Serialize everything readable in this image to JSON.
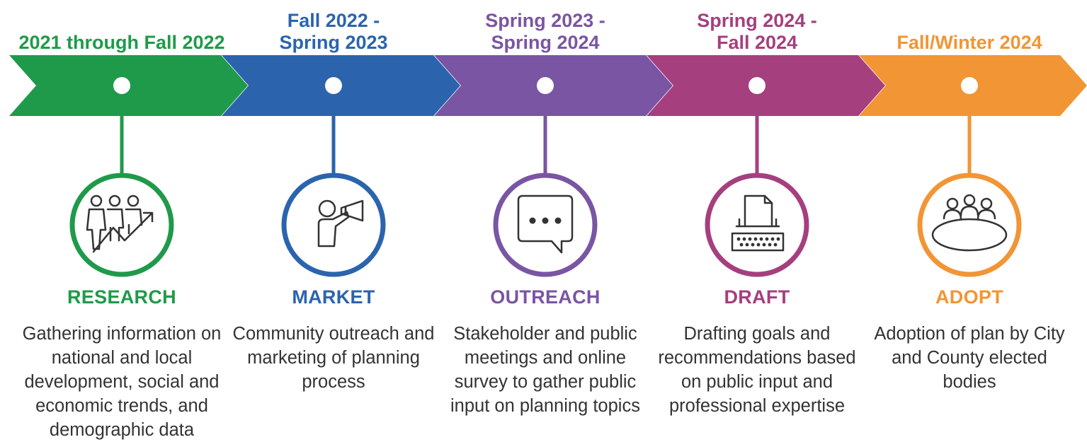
{
  "stages": [
    {
      "period": "2021 through Fall 2022",
      "label": "RESEARCH",
      "description": "Gathering information on national and local development, social and economic trends, and demographic data",
      "icon": "people-growth-icon",
      "color": "#1f9a4a"
    },
    {
      "period": "Fall 2022 -\nSpring 2023",
      "label": "MARKET",
      "description": "Community outreach and marketing of planning process",
      "icon": "megaphone-person-icon",
      "color": "#2b64ad"
    },
    {
      "period": "Spring 2023 -\nSpring 2024",
      "label": "OUTREACH",
      "description": "Stakeholder and public meetings and online survey to gather public input on planning topics",
      "icon": "chat-bubble-icon",
      "color": "#7a55a3"
    },
    {
      "period": "Spring 2024 -\nFall 2024",
      "label": "DRAFT",
      "description": "Drafting goals and recommendations based on public input and professional expertise",
      "icon": "typewriter-icon",
      "color": "#a53f7e"
    },
    {
      "period": "Fall/Winter 2024",
      "label": "ADOPT",
      "description": "Adoption of plan by City and County elected bodies",
      "icon": "meeting-table-icon",
      "color": "#f29534"
    }
  ]
}
